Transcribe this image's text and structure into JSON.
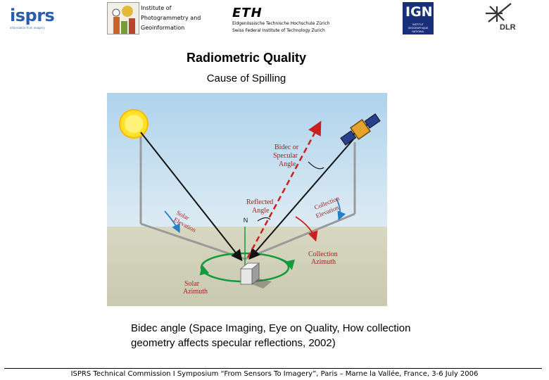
{
  "header": {
    "isprs_logo": {
      "word": "isprs",
      "tagline": "information from imagery"
    },
    "institute": {
      "line1": "Institute of",
      "line2": "Photogrammetry and",
      "line3": "Geoinformation"
    },
    "eth": {
      "mark": "ETH",
      "line1": "Eidgenössische Technische Hochschule Zürich",
      "line2": "Swiss Federal Institute of Technology Zurich"
    },
    "ign_logo": {
      "mark": "IGN",
      "line1": "INSTITUT",
      "line2": "GEOGRAPHIQUE",
      "line3": "NATIONAL"
    },
    "dlr_logo": {
      "mark": "DLR"
    }
  },
  "slide": {
    "title": "Radiometric Quality",
    "subtitle": "Cause of Spilling"
  },
  "diagram": {
    "labels": {
      "bidec": [
        "Bidec or",
        "Specular",
        "Angle"
      ],
      "reflected": [
        "Reflected",
        "Angle"
      ],
      "solar_elevation": [
        "Solar",
        "Elevation"
      ],
      "collection_elevation": [
        "Collection",
        "Elevation"
      ],
      "north": "N",
      "collection_azimuth": [
        "Collection",
        "Azimuth"
      ],
      "solar_azimuth": [
        "Solar",
        "Azimuth"
      ]
    },
    "colors": {
      "sky_top": "#aed3ec",
      "ground": "#d8d8c2",
      "reflected_ray": "#cc1f1f",
      "azimuth_circle": "#139a3a",
      "elevation_arc": "#2a7fc4",
      "label_text": "#a32020",
      "sun": "#ffe227"
    }
  },
  "caption": {
    "line1": "Bidec angle (Space Imaging, Eye on Quality, How collection",
    "line2": "geometry affects specular reflections, 2002)"
  },
  "footer": {
    "text": "ISPRS Technical Commission I Symposium “From Sensors To Imagery”, Paris – Marne la Vallée, France, 3-6 July 2006"
  }
}
